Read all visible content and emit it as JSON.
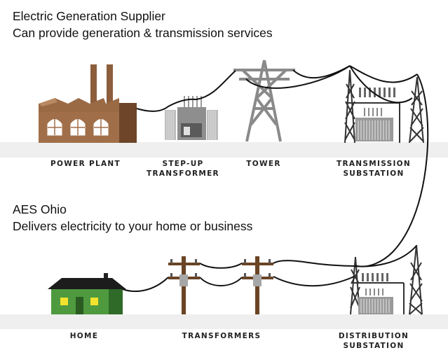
{
  "top": {
    "title": "Electric Generation Supplier",
    "subtitle": "Can provide generation & transmission services"
  },
  "bottom": {
    "title": "AES Ohio",
    "subtitle": "Delivers electricity to your home or business"
  },
  "labels": {
    "power_plant": "POWER PLANT",
    "step_up_line1": "STEP-UP",
    "step_up_line2": "TRANSFORMER",
    "tower": "TOWER",
    "transmission_line1": "TRANSMISSION",
    "transmission_line2": "SUBSTATION",
    "home": "HOME",
    "transformers": "TRANSFORMERS",
    "distribution_line1": "DISTRIBUTION",
    "distribution_line2": "SUBSTATION"
  },
  "colors": {
    "plant_brown": "#9a6a45",
    "plant_dark": "#6e4528",
    "house_green": "#4f9a3f",
    "pole_brown": "#6b4424",
    "metal_gray": "#8a8a8a",
    "ground_band": "#eeeeee",
    "window_yellow": "#f2e32e"
  }
}
